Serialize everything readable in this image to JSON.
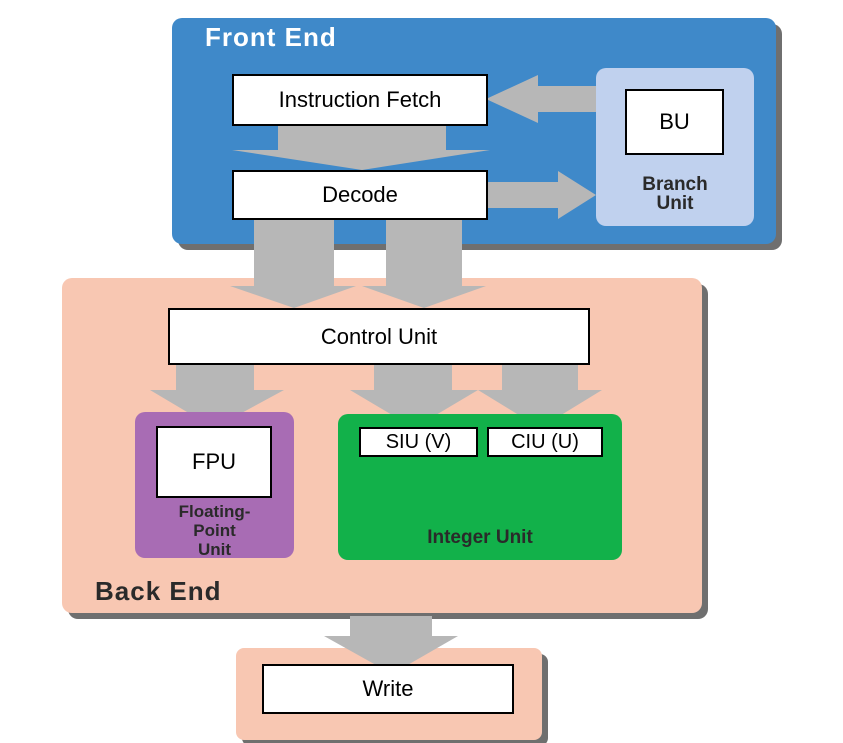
{
  "colors": {
    "front_end": "#3f89c9",
    "branch_unit": "#c0d1ee",
    "back_end": "#f8c7b2",
    "fpu_block": "#a86cb4",
    "integer_block": "#12b14a",
    "write_block": "#f8c7b2",
    "arrow": "#b7b7b7"
  },
  "front_end": {
    "title": "Front End",
    "instruction_fetch": "Instruction Fetch",
    "decode": "Decode",
    "branch_unit": {
      "box": "BU",
      "line1": "Branch",
      "line2": "Unit"
    }
  },
  "back_end": {
    "title": "Back End",
    "control_unit": "Control Unit",
    "fpu": {
      "box": "FPU",
      "line1": "Floating-",
      "line2": "Point",
      "line3": "Unit"
    },
    "integer_unit": {
      "siu": "SIU (V)",
      "ciu": "CIU (U)",
      "label": "Integer Unit"
    }
  },
  "write": {
    "label": "Write"
  }
}
